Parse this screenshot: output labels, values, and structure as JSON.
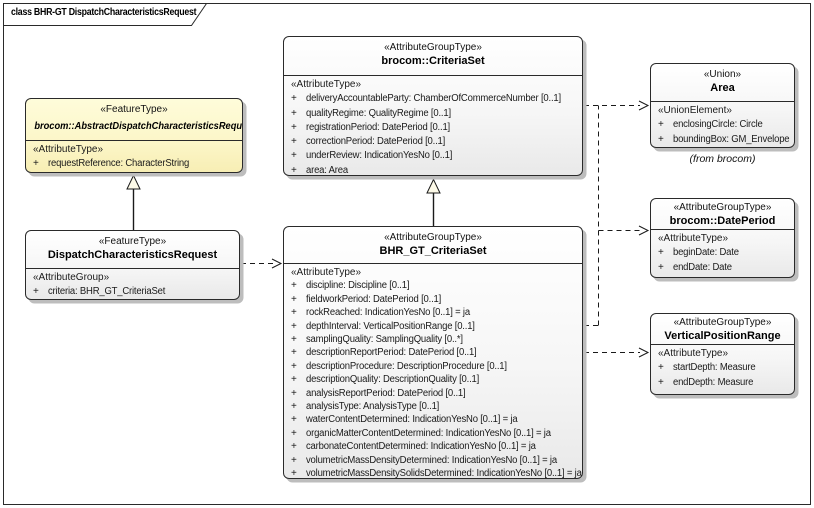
{
  "diagram_title": "class BHR-GT DispatchCharacteristicsRequest",
  "colors": {
    "abstract_class_fill": "#fcf6c8",
    "class_fill": "#f2f2f2",
    "box_border": "#2a2a2a",
    "shadow": "#bdbdbd",
    "background": "#ffffff"
  },
  "boxes": {
    "abstract_request": {
      "stereotype": "«FeatureType»",
      "name": "brocom::AbstractDispatchCharacteristicsRequest",
      "compartment_label": "«AttributeType»",
      "attributes": [
        {
          "v": "+",
          "t": "requestReference: CharacterString"
        }
      ]
    },
    "dispatch_request": {
      "stereotype": "«FeatureType»",
      "name": "DispatchCharacteristicsRequest",
      "compartment_label": "«AttributeGroup»",
      "attributes": [
        {
          "v": "+",
          "t": "criteria: BHR_GT_CriteriaSet"
        }
      ]
    },
    "criteria_set": {
      "stereotype": "«AttributeGroupType»",
      "name": "brocom::CriteriaSet",
      "compartment_label": "«AttributeType»",
      "attributes": [
        {
          "v": "+",
          "t": "deliveryAccountableParty: ChamberOfCommerceNumber [0..1]"
        },
        {
          "v": "+",
          "t": "qualityRegime: QualityRegime [0..1]"
        },
        {
          "v": "+",
          "t": "registrationPeriod: DatePeriod [0..1]"
        },
        {
          "v": "+",
          "t": "correctionPeriod: DatePeriod [0..1]"
        },
        {
          "v": "+",
          "t": "underReview: IndicationYesNo [0..1]"
        },
        {
          "v": "+",
          "t": "area: Area"
        }
      ]
    },
    "bhr_gt_criteria_set": {
      "stereotype": "«AttributeGroupType»",
      "name": "BHR_GT_CriteriaSet",
      "compartment_label": "«AttributeType»",
      "attributes": [
        {
          "v": "+",
          "t": "discipline: Discipline [0..1]"
        },
        {
          "v": "+",
          "t": "fieldworkPeriod: DatePeriod [0..1]"
        },
        {
          "v": "+",
          "t": "rockReached: IndicationYesNo [0..1] = ja"
        },
        {
          "v": "+",
          "t": "depthInterval: VerticalPositionRange [0..1]"
        },
        {
          "v": "+",
          "t": "samplingQuality: SamplingQuality [0..*]"
        },
        {
          "v": "+",
          "t": "descriptionReportPeriod: DatePeriod [0..1]"
        },
        {
          "v": "+",
          "t": "descriptionProcedure: DescriptionProcedure [0..1]"
        },
        {
          "v": "+",
          "t": "descriptionQuality: DescriptionQuality [0..1]"
        },
        {
          "v": "+",
          "t": "analysisReportPeriod: DatePeriod [0..1]"
        },
        {
          "v": "+",
          "t": "analysisType: AnalysisType [0..1]"
        },
        {
          "v": "+",
          "t": "waterContentDetermined: IndicationYesNo [0..1] = ja"
        },
        {
          "v": "+",
          "t": "organicMatterContentDetermined: IndicationYesNo [0..1] = ja"
        },
        {
          "v": "+",
          "t": "carbonateContentDetermined: IndicationYesNo [0..1] = ja"
        },
        {
          "v": "+",
          "t": "volumetricMassDensityDetermined: IndicationYesNo [0..1] = ja"
        },
        {
          "v": "+",
          "t": "volumetricMassDensitySolidsDetermined: IndicationYesNo [0..1] = ja"
        }
      ]
    },
    "area": {
      "stereotype": "«Union»",
      "name": "Area",
      "compartment_label": "«UnionElement»",
      "attributes": [
        {
          "v": "+",
          "t": "enclosingCircle: Circle"
        },
        {
          "v": "+",
          "t": "boundingBox: GM_Envelope"
        }
      ],
      "note": "(from brocom)"
    },
    "date_period": {
      "stereotype": "«AttributeGroupType»",
      "name": "brocom::DatePeriod",
      "compartment_label": "«AttributeType»",
      "attributes": [
        {
          "v": "+",
          "t": "beginDate: Date"
        },
        {
          "v": "+",
          "t": "endDate: Date"
        }
      ]
    },
    "vertical_position_range": {
      "stereotype": "«AttributeGroupType»",
      "name": "VerticalPositionRange",
      "compartment_label": "«AttributeType»",
      "attributes": [
        {
          "v": "+",
          "t": "startDepth: Measure"
        },
        {
          "v": "+",
          "t": "endDepth: Measure"
        }
      ]
    }
  }
}
